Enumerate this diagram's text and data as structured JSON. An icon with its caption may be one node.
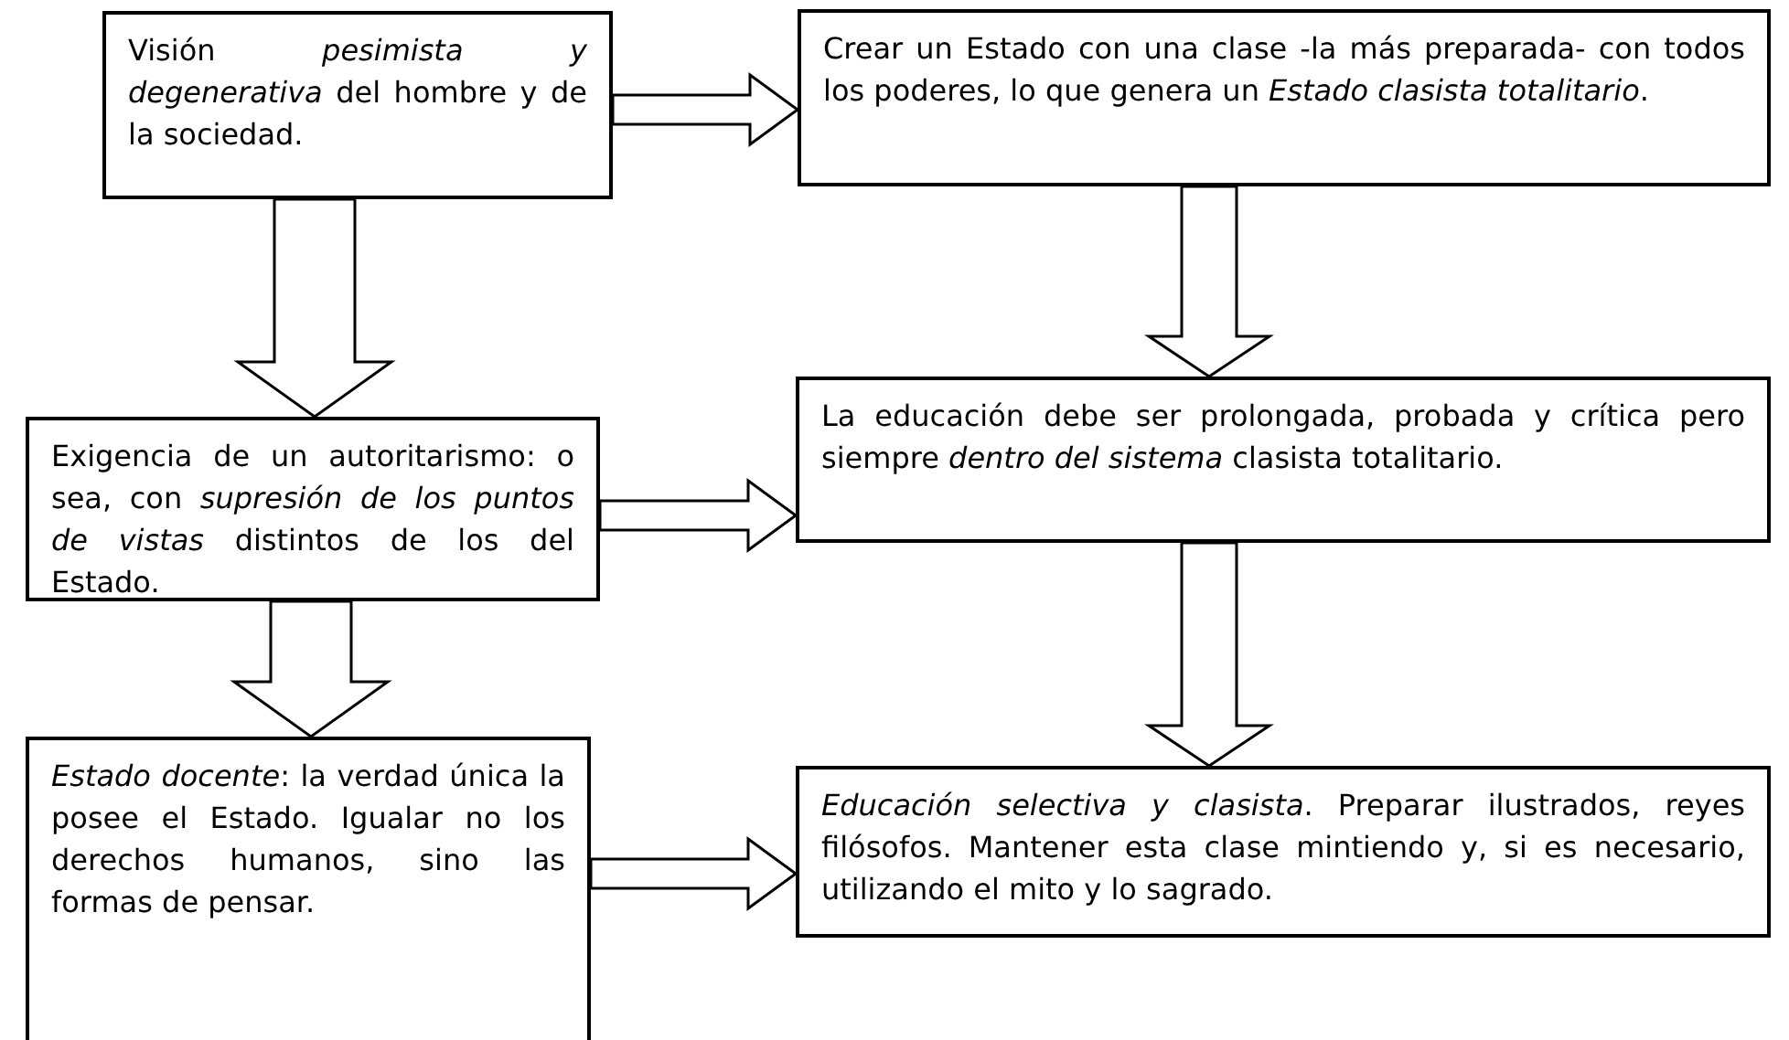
{
  "diagram": {
    "nodes": [
      {
        "text": [
          "Visión *pesimista y degenerativa* del hombre y de la sociedad."
        ]
      },
      {
        "text": [
          "Crear un Estado con una clase -la más preparada- con todos los poderes, lo que genera un *Estado clasista totalitario*."
        ]
      },
      {
        "text": [
          "Exigencia de un autoritarismo: o sea, con *supresión de los puntos de vistas* distintos de los del Estado."
        ]
      },
      {
        "text": [
          "La educación debe ser prolongada, probada y crítica pero siempre *dentro del sistema* clasista totalitario."
        ]
      },
      {
        "text": [
          "*Estado docente*: la verdad única la posee el Estado. Igualar no los derechos humanos, sino las formas de pensar."
        ]
      },
      {
        "text": [
          "*Educación selectiva y clasista*. Preparar ilustrados, reyes filósofos. Mantener esta clase mintiendo y, si es necesario, utilizando el mito y lo sagrado."
        ]
      }
    ],
    "edges": [
      {
        "from": 0,
        "to": 1,
        "arrow": "to"
      },
      {
        "from": 0,
        "to": 2,
        "arrow": "to"
      },
      {
        "from": 1,
        "to": 3,
        "arrow": "to"
      },
      {
        "from": 2,
        "to": 3,
        "arrow": "to"
      },
      {
        "from": 2,
        "to": 4,
        "arrow": "to"
      },
      {
        "from": 3,
        "to": 5,
        "arrow": "to"
      },
      {
        "from": 4,
        "to": 5,
        "arrow": "to"
      }
    ]
  }
}
